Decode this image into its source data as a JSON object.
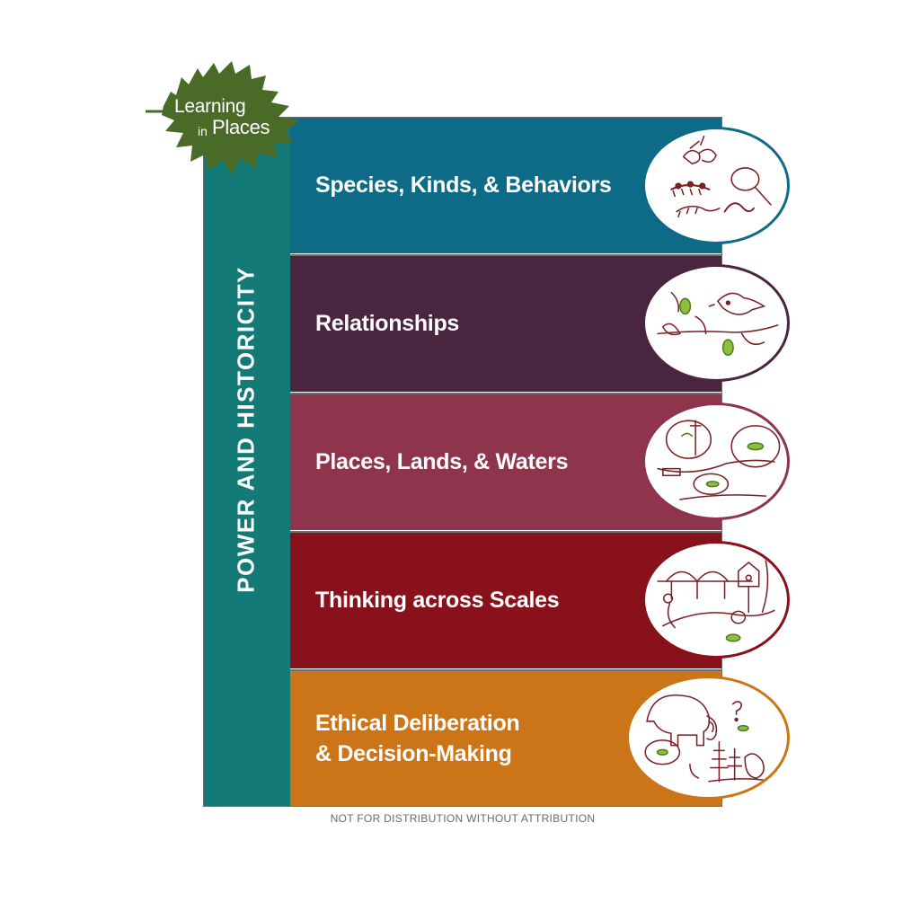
{
  "logo": {
    "line1": "Learning",
    "line2_small": "in",
    "line2_big": "Places"
  },
  "sidebar": {
    "label": "POWER AND HISTORICITY",
    "color": "#147a78"
  },
  "bands": [
    {
      "label": "Species, Kinds, & Behaviors",
      "color": "#0e6b87",
      "illustration": "insects-magnifier"
    },
    {
      "label": "Relationships",
      "color": "#4a2540",
      "illustration": "bird-branch"
    },
    {
      "label": "Places, Lands, & Waters",
      "color": "#8e344c",
      "illustration": "landscape-bubbles"
    },
    {
      "label": "Thinking across Scales",
      "color": "#88111b",
      "illustration": "bridge-birdhouse"
    },
    {
      "label": "Ethical Deliberation\n& Decision-Making",
      "color": "#cc7518",
      "illustration": "mammoth-forest"
    }
  ],
  "footer": "NOT FOR DISTRIBUTION WITHOUT ATTRIBUTION"
}
